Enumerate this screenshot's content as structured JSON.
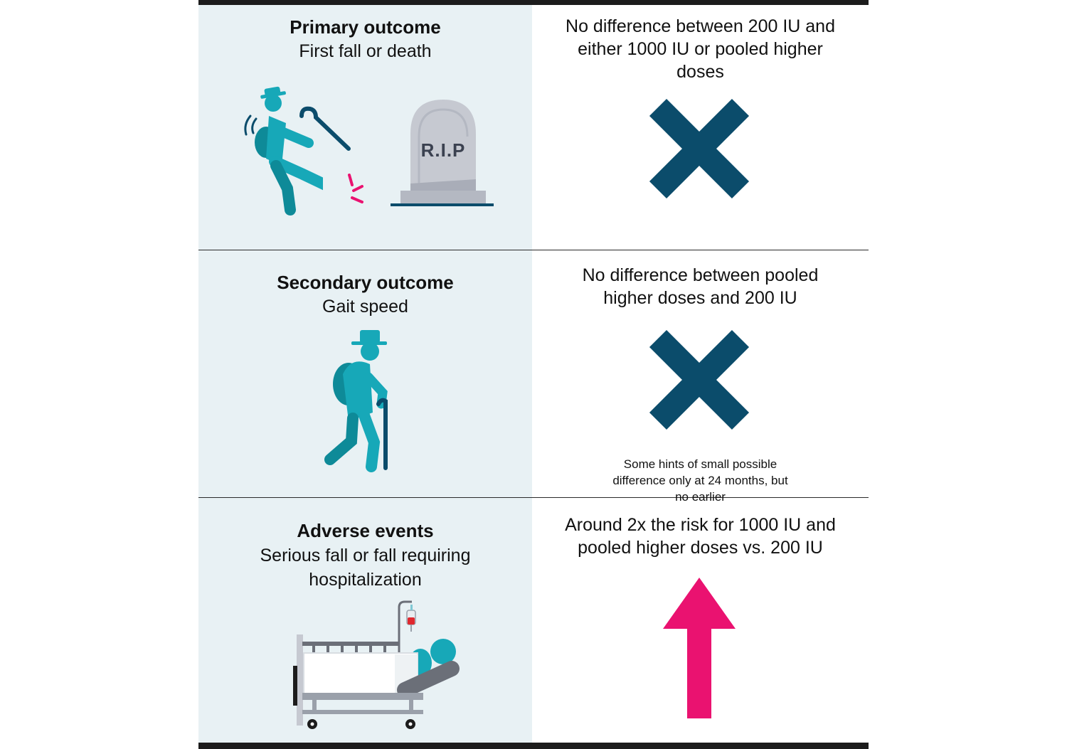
{
  "rows": [
    {
      "title": "Primary outcome",
      "subtitle": "First fall or death",
      "result": "No difference between 200 IU and either 1000 IU or pooled higher doses",
      "result_icon": "x-mark-icon",
      "icons": [
        "falling-person-icon",
        "gravestone-icon"
      ],
      "gravestone_text": "R.I.P"
    },
    {
      "title": "Secondary outcome",
      "subtitle": "Gait speed",
      "result": "No difference between pooled higher doses and 200 IU",
      "result_icon": "x-mark-icon",
      "note": "Some hints of small possible difference only at 24 months, but no earlier",
      "icons": [
        "elderly-walking-cane-icon"
      ]
    },
    {
      "title": "Adverse events",
      "subtitle": "Serious fall or fall requiring hospitalization",
      "result": "Around 2x the risk for 1000 IU and pooled higher doses vs. 200 IU",
      "result_icon": "up-arrow-icon",
      "icons": [
        "hospital-bed-icon"
      ]
    }
  ],
  "colors": {
    "left_panel_bg": "#e8f1f4",
    "figure_teal": "#17a8b8",
    "figure_teal_dark": "#0e8a98",
    "x_mark": "#0b4c6b",
    "arrow": "#ea1270",
    "impact_marks": "#ea1270",
    "stone_gray": "#c6c9d1"
  }
}
